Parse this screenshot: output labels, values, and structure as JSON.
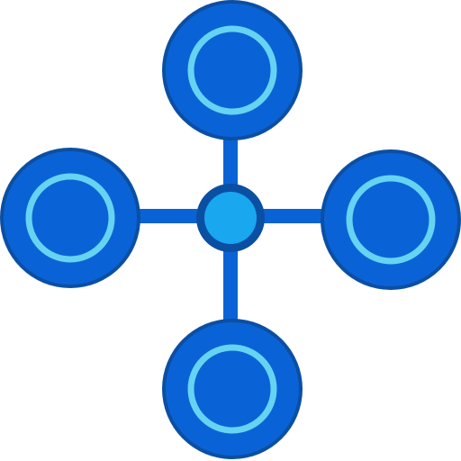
{
  "icon": {
    "name": "hub-network-icon",
    "colors": {
      "background": "#ffffff",
      "outer_outline": "#0b4fa3",
      "node_fill": "#0a63d6",
      "ring": "#67d3f2",
      "connector": "#0a63d6",
      "center_fill": "#19a7f0"
    },
    "parts": [
      {
        "name": "top-node-icon",
        "kind": "satellite-node"
      },
      {
        "name": "left-node-icon",
        "kind": "satellite-node"
      },
      {
        "name": "right-node-icon",
        "kind": "satellite-node"
      },
      {
        "name": "bottom-node-icon",
        "kind": "satellite-node"
      },
      {
        "name": "center-hub-icon",
        "kind": "hub"
      }
    ]
  }
}
